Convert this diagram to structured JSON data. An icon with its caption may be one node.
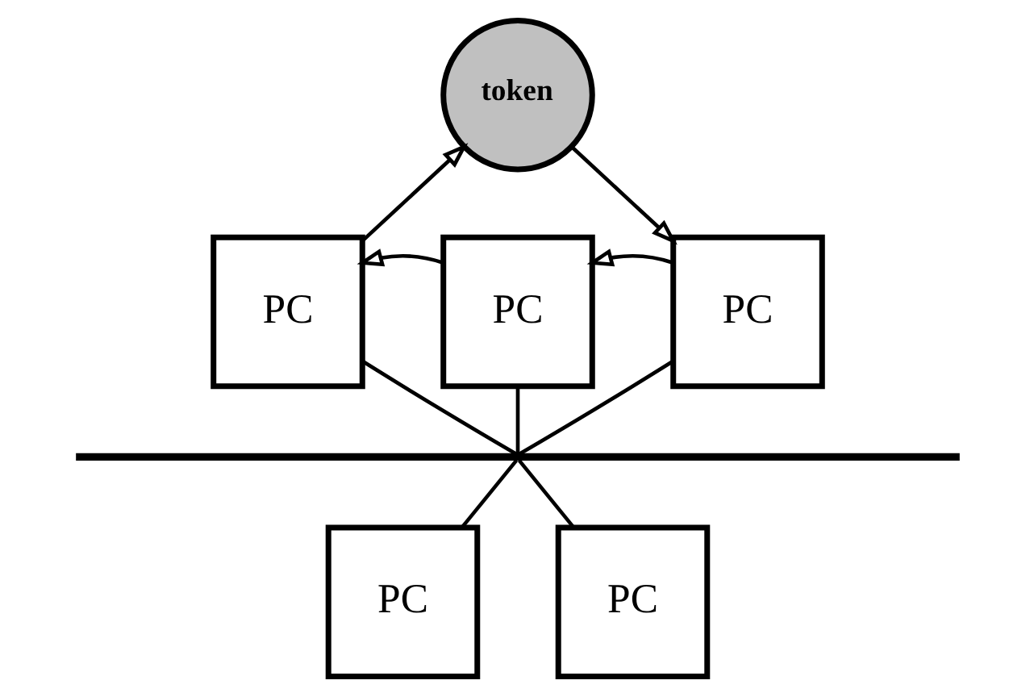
{
  "diagram": {
    "nodes": [
      {
        "text": [
          "token"
        ]
      },
      {
        "text": [
          "PC"
        ]
      },
      {
        "text": [
          "PC"
        ]
      },
      {
        "text": [
          "PC"
        ]
      },
      {
        "text": [],
        "shape": "bar"
      },
      {
        "text": [
          "PC"
        ]
      },
      {
        "text": [
          "PC"
        ]
      }
    ],
    "edges": [
      {
        "from": 1,
        "to": 0,
        "arrow": "to"
      },
      {
        "from": 0,
        "to": 3,
        "arrow": "to"
      },
      {
        "from": 3,
        "to": 2,
        "arrow": "to"
      },
      {
        "from": 2,
        "to": 1,
        "arrow": "to"
      },
      {
        "from": 1,
        "to": 4,
        "arrow": "none"
      },
      {
        "from": 2,
        "to": 4,
        "arrow": "none"
      },
      {
        "from": 3,
        "to": 4,
        "arrow": "none"
      },
      {
        "from": 4,
        "to": 5,
        "arrow": "none"
      },
      {
        "from": 4,
        "to": 6,
        "arrow": "none"
      }
    ]
  }
}
